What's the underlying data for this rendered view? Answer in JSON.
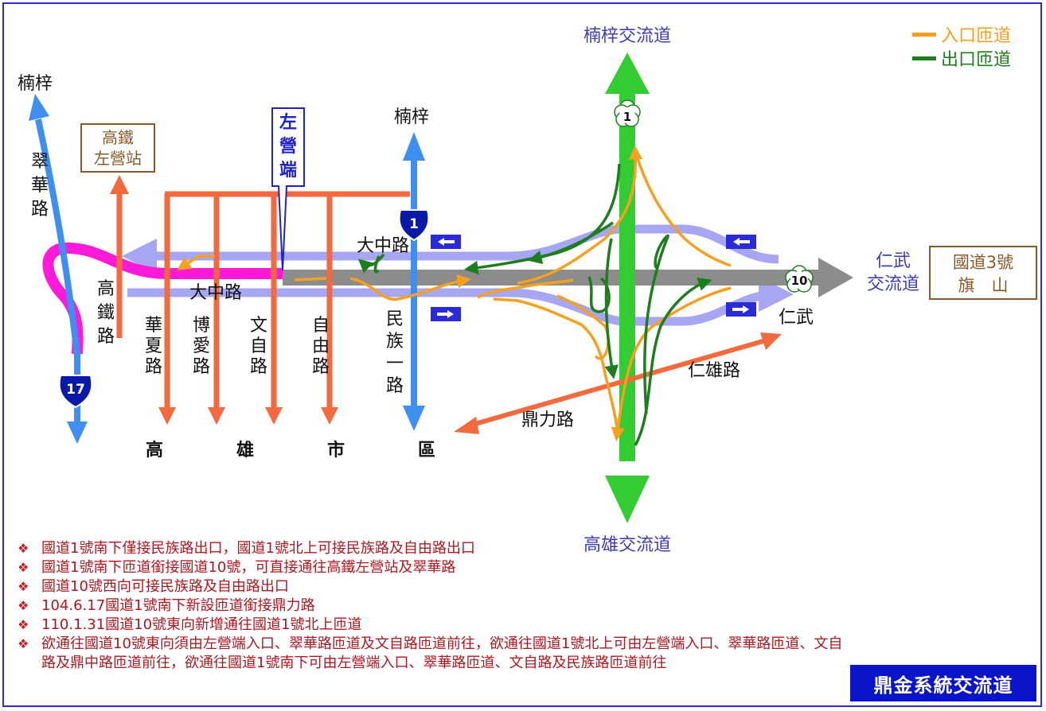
{
  "legend": {
    "entrance_label": "入口匝道",
    "exit_label": "出口匝道",
    "entrance_color": "#f5a01e",
    "exit_color": "#1e7d1e"
  },
  "places": {
    "nanzi_top_left": "楠梓",
    "nanzi_center": "楠梓",
    "nanzi_interchange": "楠梓交流道",
    "kaohsiung_interchange": "高雄交流道",
    "renwu_interchange_line1": "仁武",
    "renwu_interchange_line2": "交流道",
    "renwu": "仁武",
    "hsr_station_line1": "高鐵",
    "hsr_station_line2": "左營站",
    "freeway3_line1": "國道3號",
    "freeway3_line2": "旗　山",
    "zuoying_end": "左營端",
    "city_chars": [
      "高",
      "雄",
      "市",
      "區"
    ]
  },
  "roads": {
    "cuihua": "翠華路",
    "gaotie": "高鐵路",
    "huaxia": "華夏路",
    "boai": "博愛路",
    "wenzi": "文自路",
    "ziyou": "自由路",
    "minzu": "民族一路",
    "dazhong_upper": "大中路",
    "dazhong_lower": "大中路",
    "renxiong": "仁雄路",
    "dingli": "鼎力路"
  },
  "shields": {
    "freeway1": "1",
    "freeway1_top": "1",
    "freeway10": "10",
    "freeway17": "17"
  },
  "notes": [
    "國道1號南下僅接民族路出口，國道1號北上可接民族路及自由路出口",
    "國道1號南下匝道銜接國道10號，可直接通往高鐵左營站及翠華路",
    "國道10號西向可接民族路及自由路出口",
    "104.6.17國道1號南下新設匝道銜接鼎力路",
    "110.1.31國道10號東向新增通往國道1號北上匝道",
    "欲通往國道10號東向須由左營端入口、翠華路匝道及文自路匝道前往，欲通往國道1號北上可由左營端入口、翠華路匝道、文自路及鼎中路匝道前往，欲通往國道1號南下可由左營端入口、翠華路匝道、文自路及民族路匝道前往"
  ],
  "title": "鼎金系統交流道",
  "colors": {
    "freeway1_green": "#33cc33",
    "freeway10_gray": "#8c8c8c",
    "local_road_orange": "#f26a3e",
    "local_road_blue": "#3f8ff0",
    "service_road_lavender": "#a6a6f2",
    "magenta": "#ff19d9",
    "note_red": "#b0161f",
    "title_bg": "#0a14c8"
  }
}
